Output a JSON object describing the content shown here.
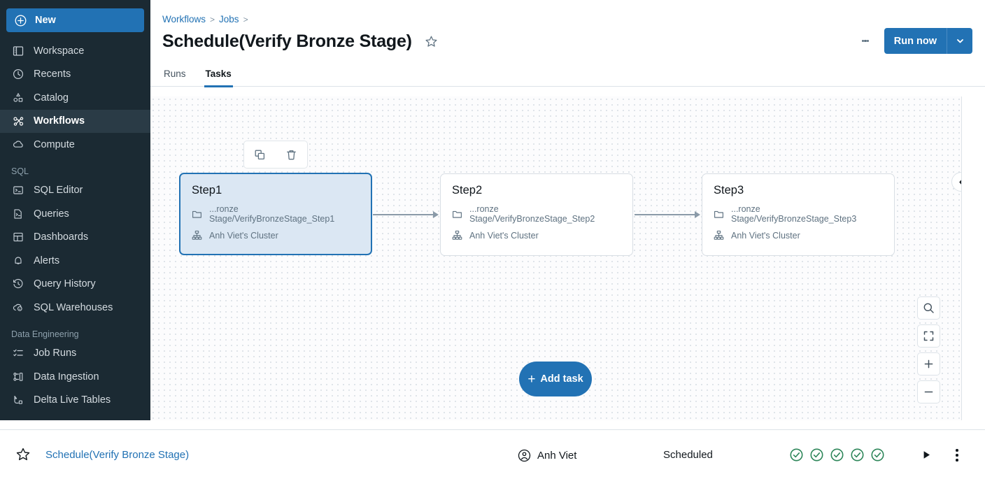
{
  "sidebar": {
    "new_button": {
      "label": "New",
      "icon": "plus-circle-icon"
    },
    "items": [
      {
        "label": "Workspace",
        "icon": "workspace-icon",
        "active": false
      },
      {
        "label": "Recents",
        "icon": "clock-icon",
        "active": false
      },
      {
        "label": "Catalog",
        "icon": "catalog-icon",
        "active": false
      },
      {
        "label": "Workflows",
        "icon": "workflows-icon",
        "active": true
      },
      {
        "label": "Compute",
        "icon": "cloud-icon",
        "active": false
      }
    ],
    "section_sql": "SQL",
    "sql_items": [
      {
        "label": "SQL Editor",
        "icon": "sql-editor-icon"
      },
      {
        "label": "Queries",
        "icon": "queries-icon"
      },
      {
        "label": "Dashboards",
        "icon": "dashboards-icon"
      },
      {
        "label": "Alerts",
        "icon": "bell-icon"
      },
      {
        "label": "Query History",
        "icon": "history-icon"
      },
      {
        "label": "SQL Warehouses",
        "icon": "warehouse-icon"
      }
    ],
    "section_data_engineering": "Data Engineering",
    "de_items": [
      {
        "label": "Job Runs",
        "icon": "job-runs-icon"
      },
      {
        "label": "Data Ingestion",
        "icon": "data-ingestion-icon"
      },
      {
        "label": "Delta Live Tables",
        "icon": "delta-live-tables-icon"
      }
    ]
  },
  "header": {
    "breadcrumb": [
      "Workflows",
      "Jobs"
    ],
    "separator": ">",
    "title": "Schedule(Verify Bronze Stage)",
    "star_icon": "star-outline-icon",
    "kebab_icon": "kebab-menu-icon",
    "run_now_label": "Run now",
    "run_now_caret": "chevron-down-icon",
    "accent_color": "#2272b4"
  },
  "tabs": [
    {
      "label": "Runs",
      "active": false
    },
    {
      "label": "Tasks",
      "active": true
    }
  ],
  "canvas": {
    "collapse_icon": "chevron-left-icon",
    "node_toolbar": {
      "duplicate_icon": "copy-icon",
      "delete_icon": "trash-icon"
    },
    "nodes": [
      {
        "title": "Step1",
        "path": "...ronze Stage/VerifyBronzeStage_Step1",
        "cluster": "Anh Viet's Cluster",
        "path_icon": "folder-icon",
        "cluster_icon": "cluster-icon",
        "selected": true
      },
      {
        "title": "Step2",
        "path": "...ronze Stage/VerifyBronzeStage_Step2",
        "cluster": "Anh Viet's Cluster",
        "path_icon": "folder-icon",
        "cluster_icon": "cluster-icon",
        "selected": false
      },
      {
        "title": "Step3",
        "path": "...ronze Stage/VerifyBronzeStage_Step3",
        "cluster": "Anh Viet's Cluster",
        "path_icon": "folder-icon",
        "cluster_icon": "cluster-icon",
        "selected": false
      }
    ],
    "add_task": {
      "label": "Add task",
      "plus": "+"
    },
    "controls": [
      {
        "icon": "search-icon"
      },
      {
        "icon": "fit-screen-icon"
      },
      {
        "icon": "zoom-in-icon"
      },
      {
        "icon": "zoom-out-icon"
      }
    ]
  },
  "bottom_bar": {
    "star_icon": "star-outline-icon",
    "job_name": "Schedule(Verify Bronze Stage)",
    "owner": "Anh Viet",
    "owner_icon": "user-circle-icon",
    "status": "Scheduled",
    "recent_runs": [
      "success",
      "success",
      "success",
      "success",
      "success"
    ],
    "success_color": "#2d8659",
    "play_icon": "play-icon",
    "kebab_icon": "kebab-menu-icon"
  }
}
